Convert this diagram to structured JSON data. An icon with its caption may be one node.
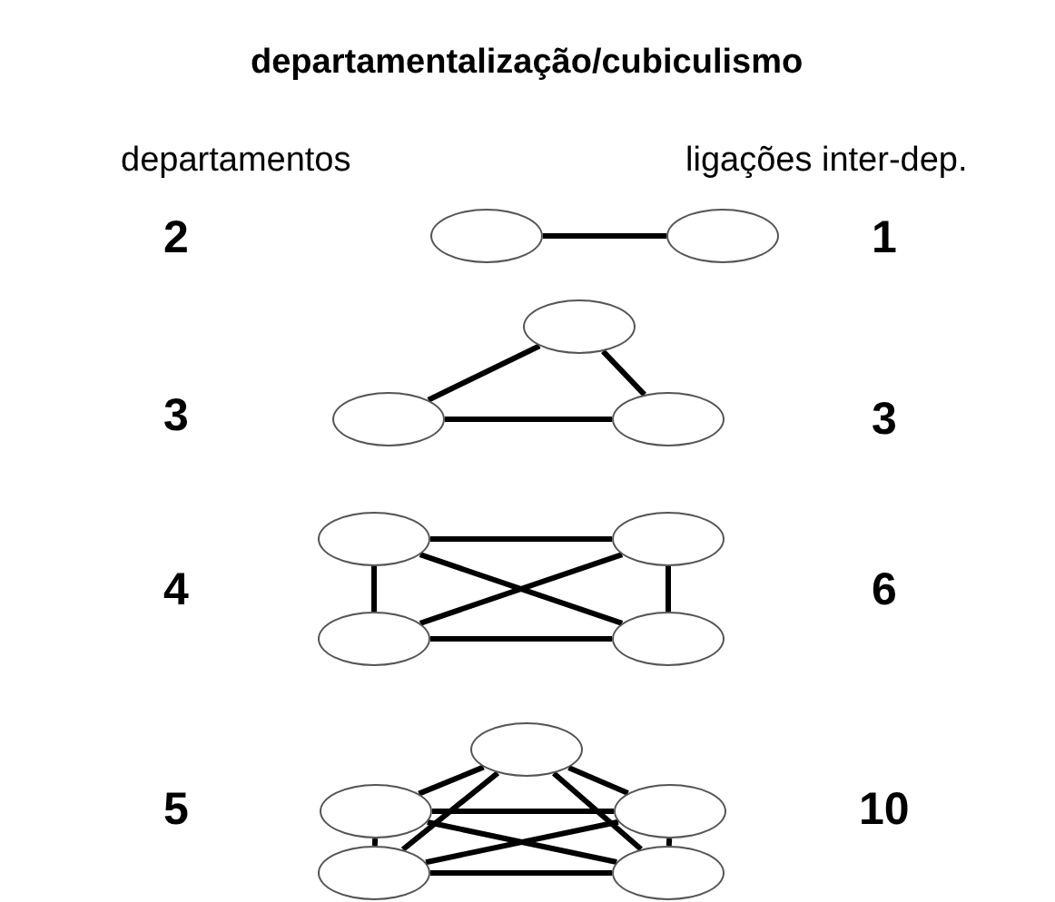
{
  "diagram": {
    "title": "departamentalização/cubiculismo",
    "nodes": [
      {
        "text": [],
        "shape": "ellipse"
      },
      {
        "text": [],
        "shape": "ellipse"
      },
      {
        "text": [],
        "shape": "ellipse"
      },
      {
        "text": [],
        "shape": "ellipse"
      },
      {
        "text": [],
        "shape": "ellipse"
      },
      {
        "text": [],
        "shape": "ellipse"
      },
      {
        "text": [],
        "shape": "ellipse"
      },
      {
        "text": [],
        "shape": "ellipse"
      },
      {
        "text": [],
        "shape": "ellipse"
      },
      {
        "text": [],
        "shape": "ellipse"
      },
      {
        "text": [],
        "shape": "ellipse"
      },
      {
        "text": [],
        "shape": "ellipse"
      },
      {
        "text": [],
        "shape": "ellipse"
      },
      {
        "text": [],
        "shape": "ellipse"
      }
    ],
    "edges": [
      {
        "from": 0,
        "to": 1,
        "arrow": "none"
      },
      {
        "from": 2,
        "to": 3,
        "arrow": "none"
      },
      {
        "from": 2,
        "to": 4,
        "arrow": "none"
      },
      {
        "from": 3,
        "to": 4,
        "arrow": "none"
      },
      {
        "from": 5,
        "to": 6,
        "arrow": "none"
      },
      {
        "from": 5,
        "to": 7,
        "arrow": "none"
      },
      {
        "from": 5,
        "to": 8,
        "arrow": "none"
      },
      {
        "from": 6,
        "to": 7,
        "arrow": "none"
      },
      {
        "from": 6,
        "to": 8,
        "arrow": "none"
      },
      {
        "from": 7,
        "to": 8,
        "arrow": "none"
      },
      {
        "from": 9,
        "to": 10,
        "arrow": "none"
      },
      {
        "from": 9,
        "to": 11,
        "arrow": "none"
      },
      {
        "from": 9,
        "to": 12,
        "arrow": "none"
      },
      {
        "from": 9,
        "to": 13,
        "arrow": "none"
      },
      {
        "from": 10,
        "to": 11,
        "arrow": "none"
      },
      {
        "from": 10,
        "to": 12,
        "arrow": "none"
      },
      {
        "from": 10,
        "to": 13,
        "arrow": "none"
      },
      {
        "from": 11,
        "to": 12,
        "arrow": "none"
      },
      {
        "from": 11,
        "to": 13,
        "arrow": "none"
      },
      {
        "from": 12,
        "to": 13,
        "arrow": "none"
      }
    ],
    "labels": [
      "departamentos",
      "ligações inter-dep.",
      "2",
      "1",
      "3",
      "3",
      "4",
      "6",
      "5",
      "10"
    ]
  }
}
